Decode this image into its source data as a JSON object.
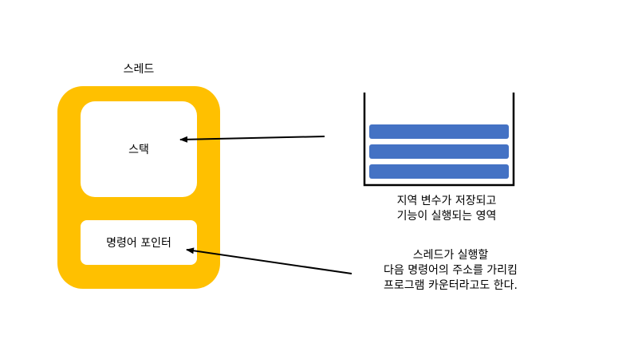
{
  "thread": {
    "label": "스레드",
    "color": "#FFC000"
  },
  "stack_box": {
    "label": "스택"
  },
  "pc_box": {
    "label": "명령어 포인터"
  },
  "stack_illustration": {
    "frame_color": "#000000",
    "layer_color": "#4472C4",
    "layer_count": 3
  },
  "stack_description": {
    "lines": [
      "지역 변수가 저장되고",
      "기능이 실행되는 영역"
    ]
  },
  "pc_description": {
    "lines": [
      "스레드가 실행할",
      "다음 명령어의 주소를 가리킴",
      "프로그램 카운터라고도 한다."
    ]
  },
  "arrow_color": "#000000"
}
